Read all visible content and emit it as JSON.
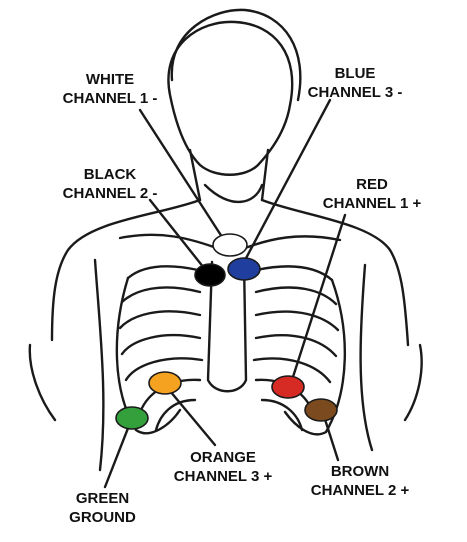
{
  "title": "",
  "electrodes": [
    {
      "id": "white",
      "line1": "WHITE",
      "line2": "CHANNEL 1 -",
      "color": "#ffffff"
    },
    {
      "id": "blue",
      "line1": "BLUE",
      "line2": "CHANNEL 3 -",
      "color": "#1f3e9e"
    },
    {
      "id": "black",
      "line1": "BLACK",
      "line2": "CHANNEL 2 -",
      "color": "#000000"
    },
    {
      "id": "red",
      "line1": "RED",
      "line2": "CHANNEL 1 +",
      "color": "#d62a24"
    },
    {
      "id": "orange",
      "line1": "ORANGE",
      "line2": "CHANNEL 3 +",
      "color": "#f4a21f"
    },
    {
      "id": "green",
      "line1": "GREEN",
      "line2": "GROUND",
      "color": "#33a03c"
    },
    {
      "id": "brown",
      "line1": "BROWN",
      "line2": "CHANNEL 2 +",
      "color": "#7b4a1e"
    }
  ],
  "outline_color": "#1a1a1a"
}
